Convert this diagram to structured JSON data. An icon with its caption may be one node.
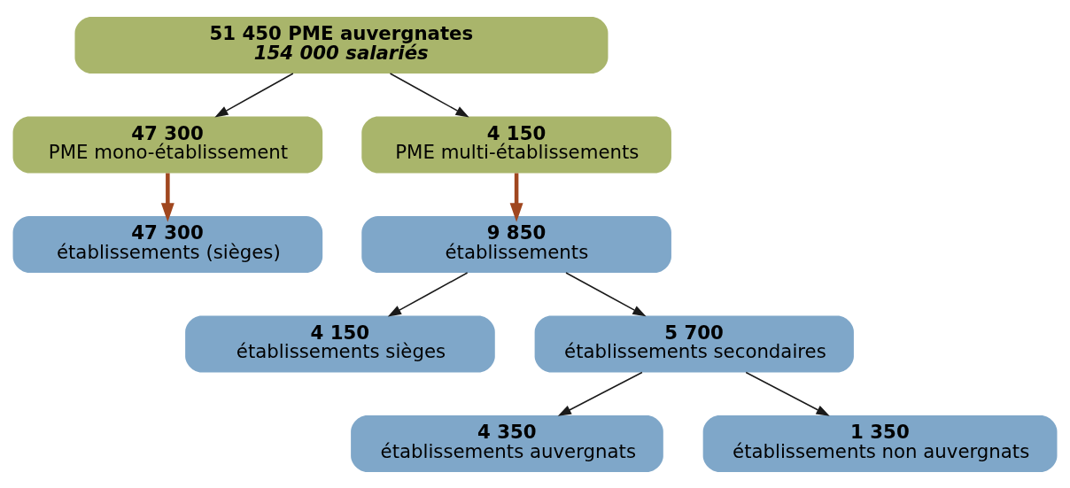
{
  "diagram": {
    "nodes": [
      {
        "text": [
          "51 450 PME auvergnates",
          "154 000 salariés"
        ]
      },
      {
        "text": [
          "47 300",
          "PME mono-établissement"
        ]
      },
      {
        "text": [
          "4 150",
          "PME multi-établissements"
        ]
      },
      {
        "text": [
          "47 300",
          "établissements (sièges)"
        ]
      },
      {
        "text": [
          "9 850",
          "établissements"
        ]
      },
      {
        "text": [
          "4 150",
          "établissements sièges"
        ]
      },
      {
        "text": [
          "5 700",
          "établissements secondaires"
        ]
      },
      {
        "text": [
          "4 350",
          "établissements auvergnats"
        ]
      },
      {
        "text": [
          "1 350",
          "établissements non auvergnats"
        ]
      }
    ],
    "edges": [
      {
        "from": 0,
        "to": 1,
        "arrow": "to"
      },
      {
        "from": 0,
        "to": 2,
        "arrow": "to"
      },
      {
        "from": 1,
        "to": 3,
        "arrow": "to",
        "style": "thick",
        "color": "#a0471f"
      },
      {
        "from": 2,
        "to": 4,
        "arrow": "to",
        "style": "thick",
        "color": "#a0471f"
      },
      {
        "from": 4,
        "to": 5,
        "arrow": "to"
      },
      {
        "from": 4,
        "to": 6,
        "arrow": "to"
      },
      {
        "from": 6,
        "to": 7,
        "arrow": "to"
      },
      {
        "from": 6,
        "to": 8,
        "arrow": "to"
      }
    ]
  }
}
